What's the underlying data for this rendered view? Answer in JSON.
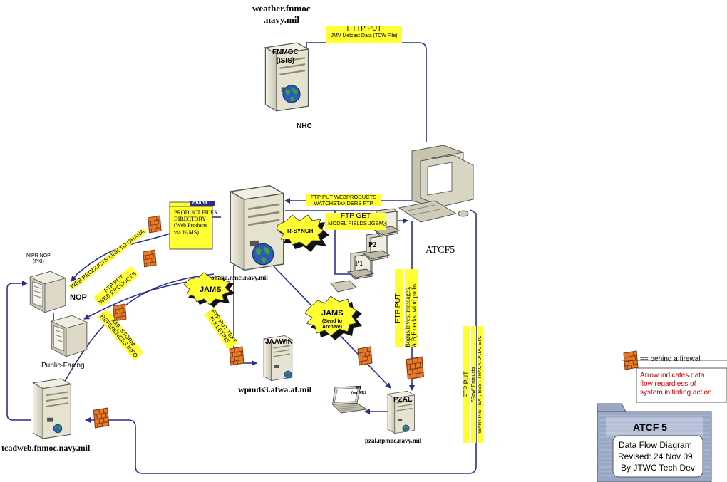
{
  "colors": {
    "line": "#2b2f8c",
    "label_bg": "#ffff33",
    "server_body": "#e8e4d4",
    "server_shadow": "#9c9886",
    "firewall": "#e87a2a",
    "legend_note": "#cc0000",
    "folder": "#9aa8c8"
  },
  "nodes": {
    "fnmoc_host": "weather.fnmoc\n.navy.mil",
    "fnmoc_label": "FNMOC\n(ISIS)",
    "nhc": "NHC",
    "ohana_host": "ohana.nmci.navy.mil",
    "ohana_tab": "ohana",
    "product_files": "PRODUCT FILES\nDIRECTORY\n(Web Products\nvia JAMS)",
    "atcf5": "ATCF5",
    "nipr_nop": "NIPR NOP\n(PKI)",
    "nop": "NOP",
    "public_facing": "Public-Facing",
    "tcadweb": "tcadweb.fnmoc.navy.mil",
    "jaawin": "JAAWIN",
    "wpmds3": "wpmds3.afwa.af.mil",
    "pzal": "PZAL",
    "pzal_host": "pzal.npmoc.navy.mil",
    "p4": "P4\n(on RR)",
    "p1": "P1",
    "p2": "P2",
    "p3": "3"
  },
  "flows": {
    "http_put": "HTTP PUT",
    "http_put_sub": "JMV Metcast Data (TCW File)",
    "ftp_put_web": "FTP PUT WEBPRODUCTS\nWATCHSTANDERS FTP",
    "ftp_get": "FTP GET",
    "ftp_get_sub": "MODEL FIELDS JGSM",
    "rsynch": "R-SYNCH",
    "jams1": "JAMS",
    "jams2": "JAMS",
    "jams2_sub": "(Send to\nArchive)",
    "web_products_link": "WEB PRODUCTS LINK TO OHANA",
    "ftp_put_web_products": "FTP PUT\nWEB PRODUCTS",
    "xml_storm": "XML STORM\nREFERENCES INFO",
    "ftp_put_text": "FTP PUT TEXT\nBULLETINS",
    "ftp_put_bogus": "FTP PUT",
    "bogus_text": "Bogus/invest messages,\nA,B,F decks, wind probs,",
    "ftp_put_raw": "FTP PUT",
    "raw_products": "\"Raw\" Products",
    "warning_text": "WARNING TEXT, BEST TRACK DATA, ETC"
  },
  "legend": {
    "firewall_label": "== behind a firewall",
    "arrow_note": "Arrow indicates data\nflow regardless of\nsystem initiating action"
  },
  "title_box": {
    "title": "ATCF 5",
    "line1": "Data Flow Diagram",
    "line2": "Revised: 24 Nov 09",
    "line3": "By JTWC Tech Dev"
  }
}
